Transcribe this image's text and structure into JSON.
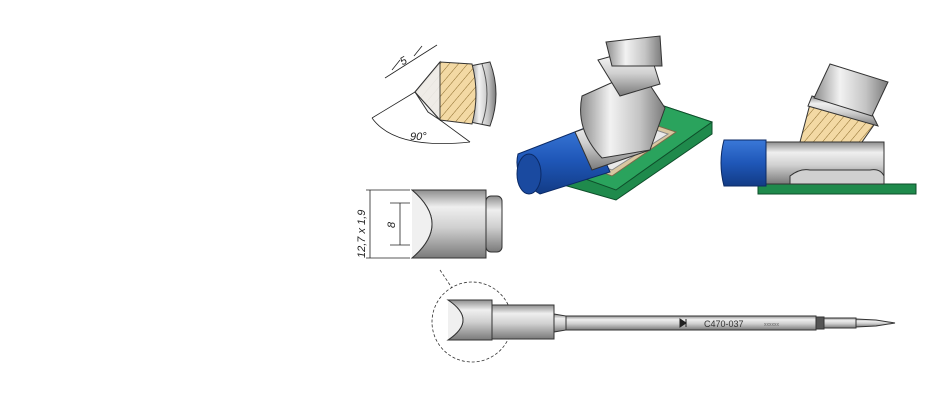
{
  "dimensions": {
    "width_label": "5",
    "angle_label": "90°",
    "size_label": "12,7 x 1,9",
    "depth_label": "8"
  },
  "tip": {
    "part_number": "C470-037",
    "serial": "xxxxxx"
  },
  "colors": {
    "metal": "#c8c8c8",
    "chisel_sand": "#f3d9a4",
    "pcb_green": "#1f8a4c",
    "component_blue": "#1f57b8"
  }
}
